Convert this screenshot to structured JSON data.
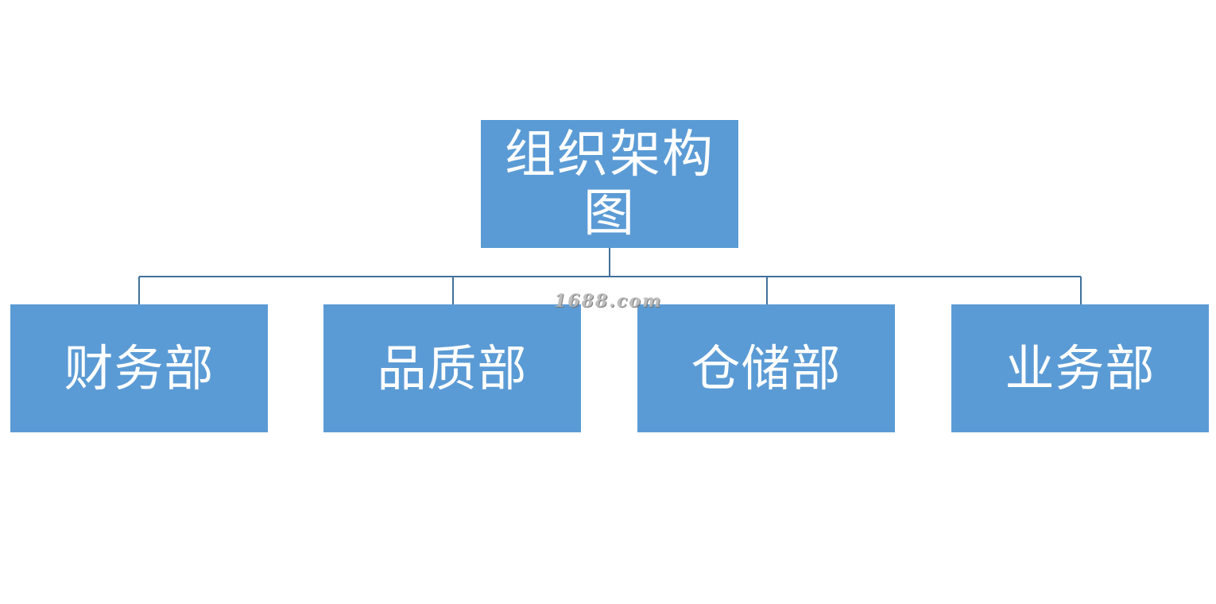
{
  "diagram": {
    "root": {
      "label": "组织架构图"
    },
    "children": [
      {
        "label": "财务部"
      },
      {
        "label": "品质部"
      },
      {
        "label": "仓储部"
      },
      {
        "label": "业务部"
      }
    ]
  },
  "watermark": {
    "text": "1688.com"
  },
  "colors": {
    "node_fill": "#5b9bd5",
    "node_text": "#ffffff",
    "connector": "#41719c",
    "background": "#ffffff"
  }
}
